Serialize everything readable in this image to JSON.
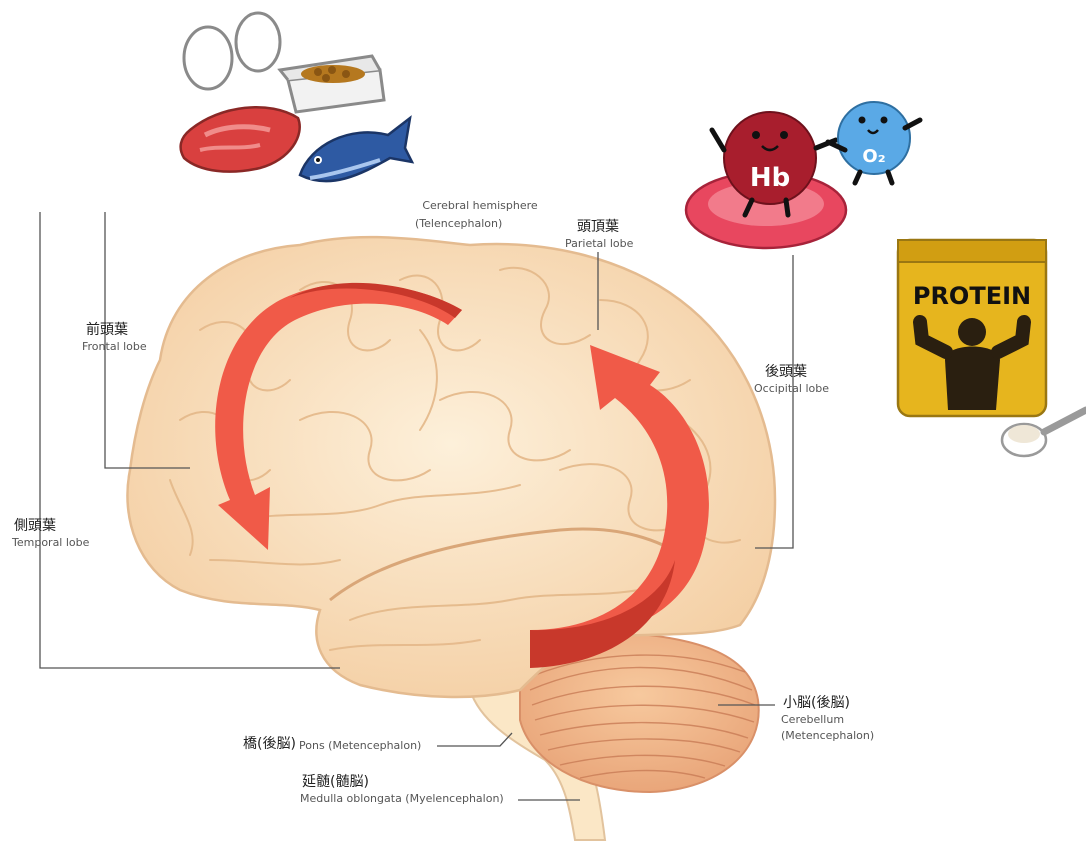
{
  "labels": {
    "cerebral_hemisphere": "Cerebral hemisphere",
    "telencephalon": "(Telencephalon)",
    "parietal_jp": "頭頂葉",
    "parietal_en": "Parietal lobe",
    "frontal_jp": "前頭葉",
    "frontal_en": "Frontal lobe",
    "occipital_jp": "後頭葉",
    "occipital_en": "Occipital lobe",
    "temporal_jp": "側頭葉",
    "temporal_en": "Temporal lobe",
    "cerebellum_jp": "小脳(後脳)",
    "cerebellum_en": "Cerebellum",
    "cerebellum_en2": "(Metencephalon)",
    "pons_jp": "橋(後脳)",
    "pons_en": "Pons (Metencephalon)",
    "medulla_jp": "延髄(髄脳)",
    "medulla_en": "Medulla oblongata (Myelencephalon)"
  },
  "illustrations": {
    "hemoglobin_text": "Hb",
    "oxygen_text": "O₂",
    "protein_text": "PROTEIN"
  },
  "colors": {
    "brain_fill": "#fbe3c2",
    "brain_outline": "#e7bf96",
    "arrow_red": "#f05a48",
    "arrow_dark": "#c8382b",
    "leader_line": "#555555"
  }
}
